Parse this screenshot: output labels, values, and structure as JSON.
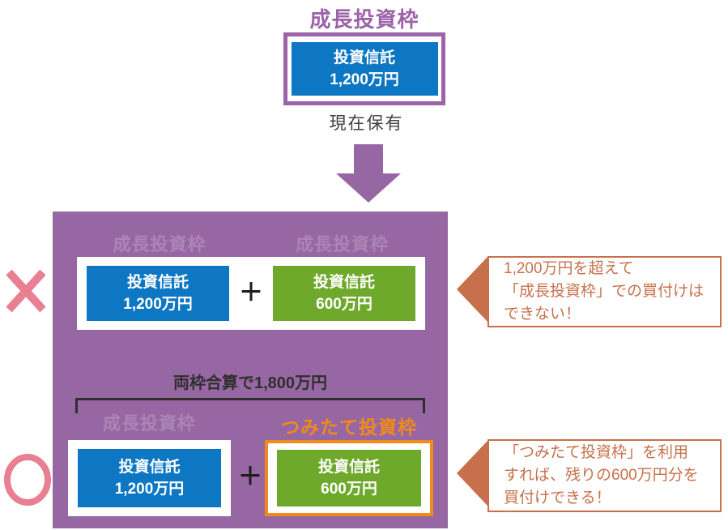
{
  "header": {
    "title": "成長投資枠",
    "caption": "現在保有"
  },
  "current_holding": {
    "name": "投資信託",
    "amount": "1,200万円"
  },
  "panel": {
    "ng_row": {
      "ghost_left": "成長投資枠",
      "ghost_right": "成長投資枠",
      "fund_left": {
        "name": "投資信託",
        "amount": "1,200万円"
      },
      "plus": "＋",
      "fund_right": {
        "name": "投資信託",
        "amount": "600万円"
      }
    },
    "total_label": "両枠合算で1,800万円",
    "ok_row": {
      "ghost_left": "成長投資枠",
      "highlight_label": "つみたて投資枠",
      "fund_left": {
        "name": "投資信託",
        "amount": "1,200万円"
      },
      "plus": "＋",
      "fund_right": {
        "name": "投資信託",
        "amount": "600万円"
      }
    }
  },
  "marks": {
    "ng": "×",
    "ok": "○"
  },
  "callouts": {
    "ng": {
      "lines": [
        "1,200万円を超えて",
        "「成長投資枠」での買付けは",
        "できない！"
      ]
    },
    "ok": {
      "lines": [
        "「つみたて投資枠」を利用",
        "すれば、残りの600万円分を",
        "買付けできる！"
      ]
    }
  },
  "colors": {
    "purple": "#9767a3",
    "purple_dark": "#9c63a8",
    "blue": "#0e77c3",
    "green": "#6ea92b",
    "orange_bright": "#f08a1b",
    "terracotta": "#c7704b",
    "pink": "#e87f93",
    "text_dark": "#2e2e2e"
  }
}
